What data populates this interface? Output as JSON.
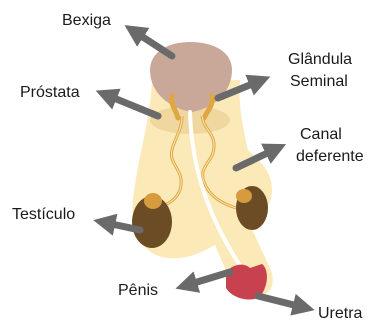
{
  "labels": {
    "bexiga": "Bexiga",
    "prostata": "Próstata",
    "glandula_line1": "Glândula",
    "glandula_line2": "Seminal",
    "canal_line1": "Canal",
    "canal_line2": "deferente",
    "testiculo": "Testículo",
    "penis": "Pênis",
    "uretra": "Uretra"
  },
  "colors": {
    "body": "#fbe9b7",
    "bladder": "#c9a89a",
    "prostate": "#efd79f",
    "gland": "#e0a642",
    "testis": "#6b4c24",
    "epididymis": "#d59b3e",
    "glans": "#c8414f",
    "arrow": "#6a6a6a"
  }
}
